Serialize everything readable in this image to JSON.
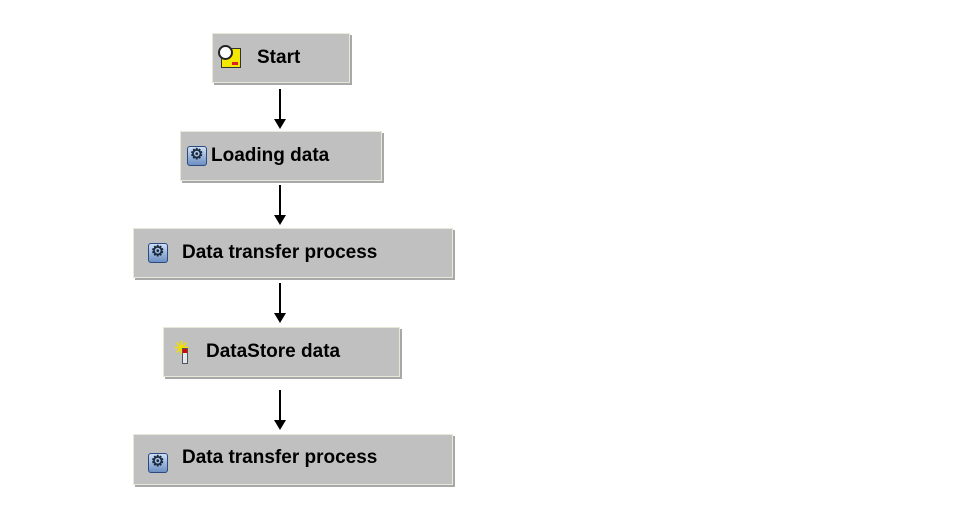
{
  "nodes": [
    {
      "label": "Start",
      "icon": "start-clock-icon"
    },
    {
      "label": "Loading data",
      "icon": "process-gear-icon"
    },
    {
      "label": "Data transfer process",
      "icon": "process-gear-icon"
    },
    {
      "label": "DataStore data",
      "icon": "magic-wand-icon"
    },
    {
      "label": "Data transfer process",
      "icon": "process-gear-icon"
    }
  ]
}
